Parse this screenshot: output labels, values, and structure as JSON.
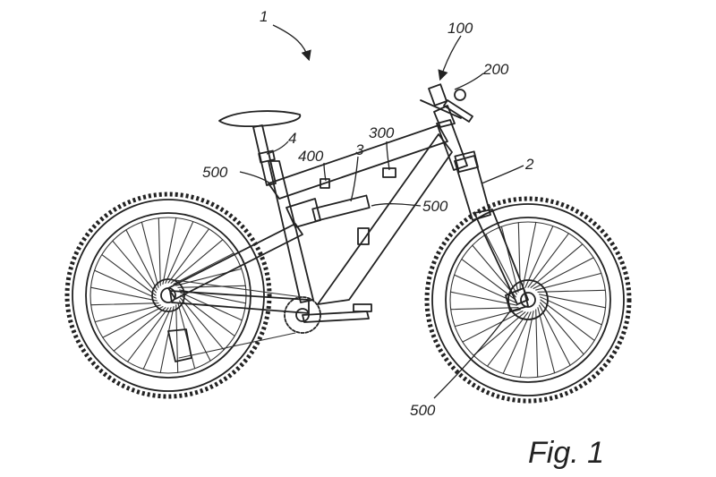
{
  "figure": {
    "caption": "Fig. 1",
    "ref_labels": {
      "bicycle": "1",
      "frame": "2",
      "shock": "3",
      "seatpost": "4",
      "device_100": "100",
      "device_200": "200",
      "device_300": "300",
      "device_400": "400",
      "device_500_top": "500",
      "device_500_mid": "500",
      "device_500_bottom": "500"
    }
  }
}
